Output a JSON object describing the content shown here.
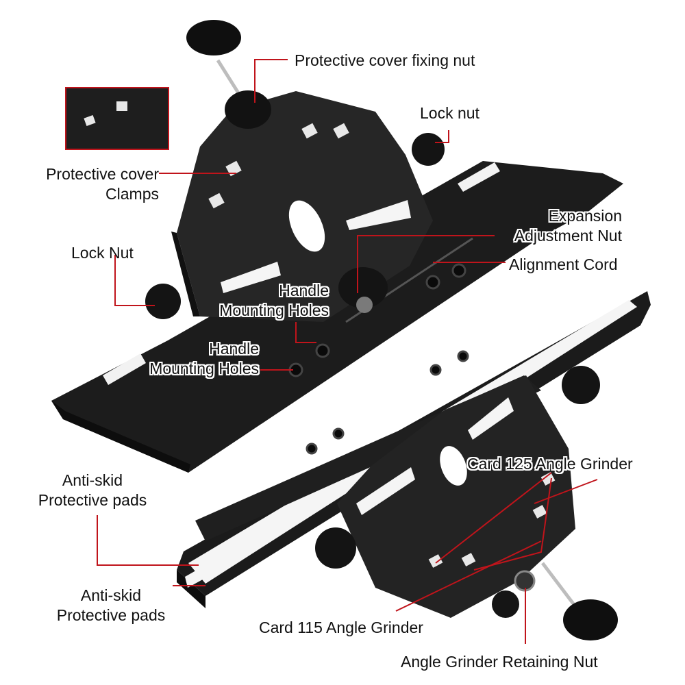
{
  "labels": {
    "protective_cover_fixing_nut": "Protective cover fixing nut",
    "lock_nut_top": "Lock nut",
    "protective_cover_clamps": [
      "Protective cover",
      "Clamps"
    ],
    "expansion_adjustment_nut": [
      "Expansion",
      "Adjustment Nut"
    ],
    "alignment_cord": "Alignment Cord",
    "lock_nut_left": "Lock Nut",
    "handle_mounting_holes_1": [
      "Handle",
      "Mounting Holes"
    ],
    "handle_mounting_holes_2": [
      "Handle",
      "Mounting Holes"
    ],
    "anti_skid_pads_1": [
      "Anti-skid",
      "Protective pads"
    ],
    "anti_skid_pads_2": [
      "Anti-skid",
      "Protective pads"
    ],
    "card_125": "Card 125 Angle Grinder",
    "card_115": "Card 115 Angle Grinder",
    "retaining_nut": "Angle Grinder Retaining Nut"
  },
  "colors": {
    "callout": "#c0141b",
    "metal": "#1a1a1a",
    "pad": "#f4f4f4"
  }
}
